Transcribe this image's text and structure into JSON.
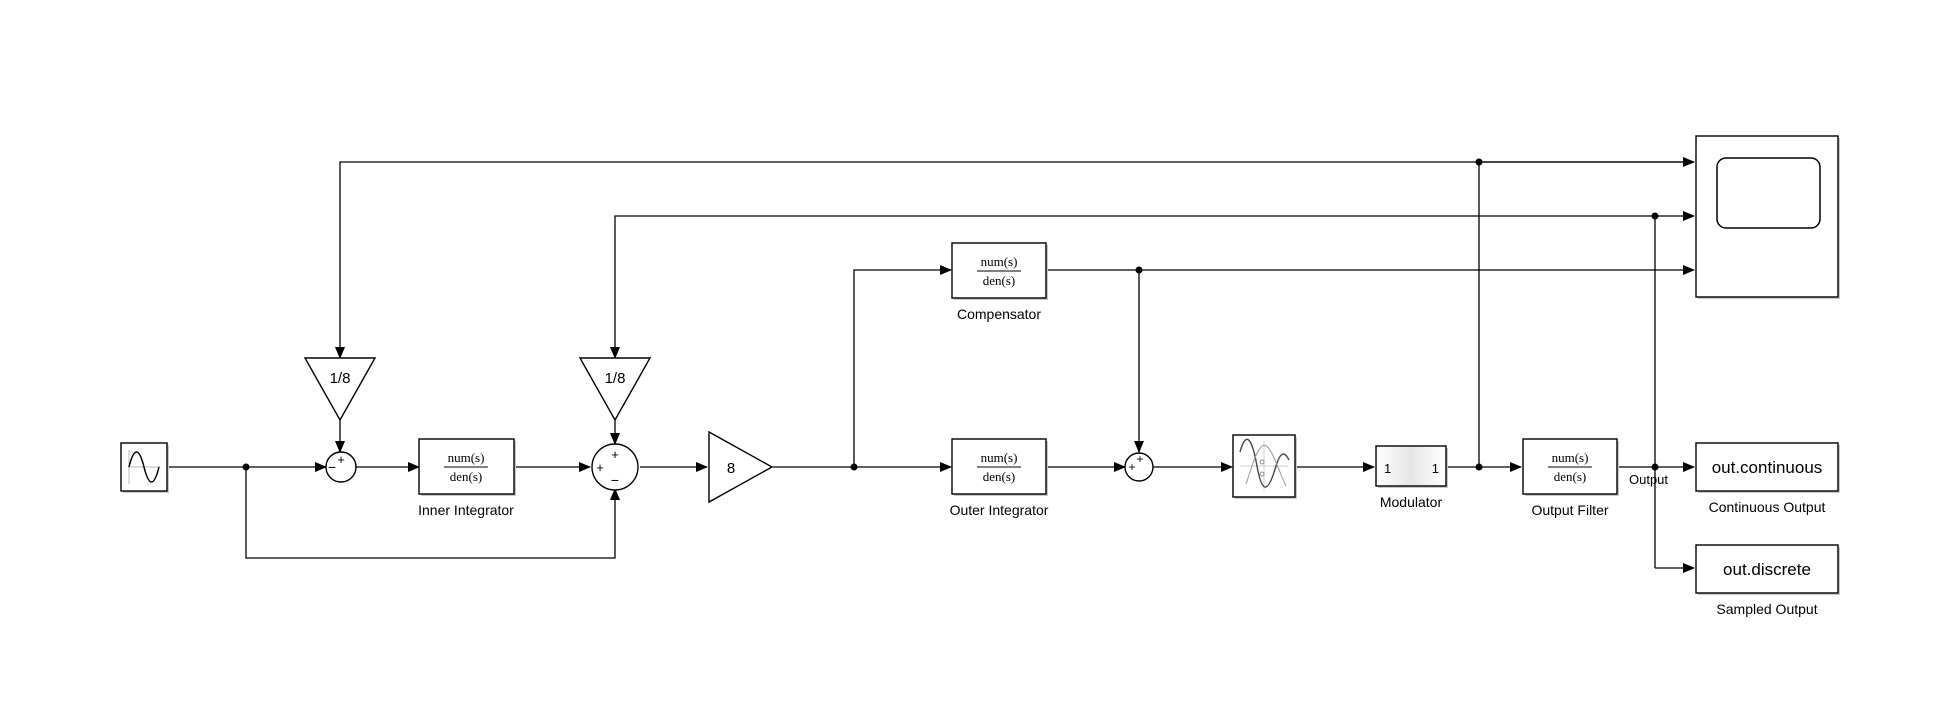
{
  "blocks": {
    "source": {
      "icon": "sine-wave-icon"
    },
    "gain_fb_1": {
      "label": "1/8"
    },
    "gain_fb_2": {
      "label": "1/8"
    },
    "sum_1": {
      "signs": [
        "+",
        "−"
      ]
    },
    "sum_2": {
      "signs": [
        "+",
        "+",
        "−"
      ]
    },
    "inner_integrator": {
      "num": "num(s)",
      "den": "den(s)",
      "caption": "Inner Integrator"
    },
    "forward_gain": {
      "label": "8"
    },
    "compensator": {
      "num": "num(s)",
      "den": "den(s)",
      "caption": "Compensator"
    },
    "outer_integrator": {
      "num": "num(s)",
      "den": "den(s)",
      "caption": "Outer Integrator"
    },
    "sum_3": {
      "signs": [
        "+",
        "+"
      ]
    },
    "nonlinearity": {
      "icon": "saturation-curve-icon"
    },
    "modulator": {
      "in_port": "1",
      "out_port": "1",
      "caption": "Modulator"
    },
    "output_filter": {
      "num": "num(s)",
      "den": "den(s)",
      "caption": "Output Filter"
    },
    "scope": {
      "icon": "scope-display-icon"
    },
    "continuous_out": {
      "label": "out.continuous",
      "caption": "Continuous Output"
    },
    "discrete_out": {
      "label": "out.discrete",
      "caption": "Sampled Output"
    }
  },
  "signals": {
    "output_label": "Output"
  }
}
